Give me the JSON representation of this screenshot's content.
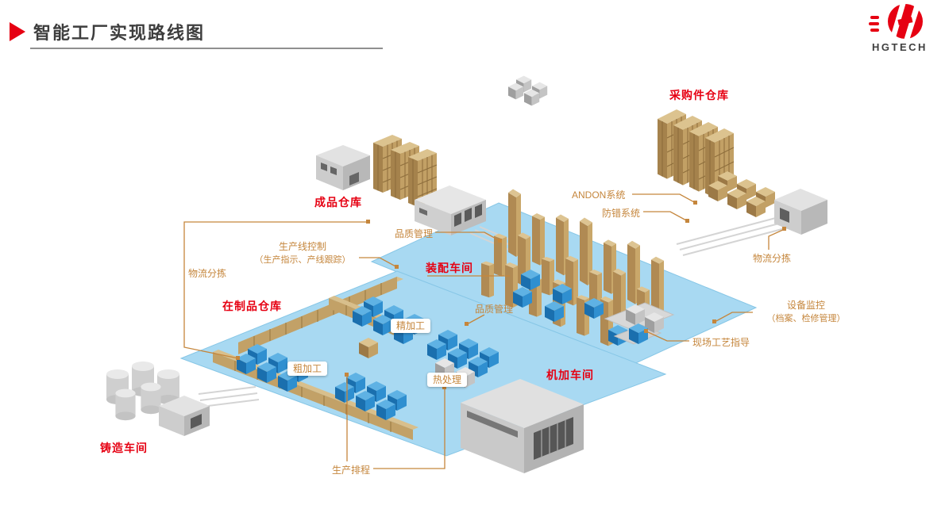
{
  "header": {
    "title": "智能工厂实现路线图",
    "logo_text": "HGTECH"
  },
  "diagram": {
    "areas": {
      "purchased_parts_warehouse": "采购件仓库",
      "finished_goods_warehouse": "成品仓库",
      "assembly_workshop": "装配车间",
      "wip_warehouse": "在制品仓库",
      "machining_workshop": "机加车间",
      "casting_workshop": "铸造车间"
    },
    "systems": {
      "andon": "ANDON系统",
      "error_proofing": "防错系统",
      "quality_mgmt_top": "品质管理",
      "line_control_title": "生产线控制",
      "line_control_sub": "（生产指示、产线跟踪）",
      "logistics_sorting_left": "物流分拣",
      "logistics_sorting_right": "物流分拣",
      "quality_mgmt_mid": "品质管理",
      "finish_machining": "精加工",
      "rough_machining": "粗加工",
      "heat_treatment": "热处理",
      "onsite_process_guidance": "现场工艺指导",
      "equipment_monitoring_title": "设备监控",
      "equipment_monitoring_sub": "（档案、检修管理）",
      "production_scheduling": "生产排程"
    },
    "colors": {
      "accent_red": "#e60012",
      "label_orange": "#c5863c",
      "floor_blue": "#a8d9f2",
      "box_blue": "#2f8fd0",
      "rack_tan": "#c2a065",
      "building_gray": "#c9c9c9"
    }
  }
}
